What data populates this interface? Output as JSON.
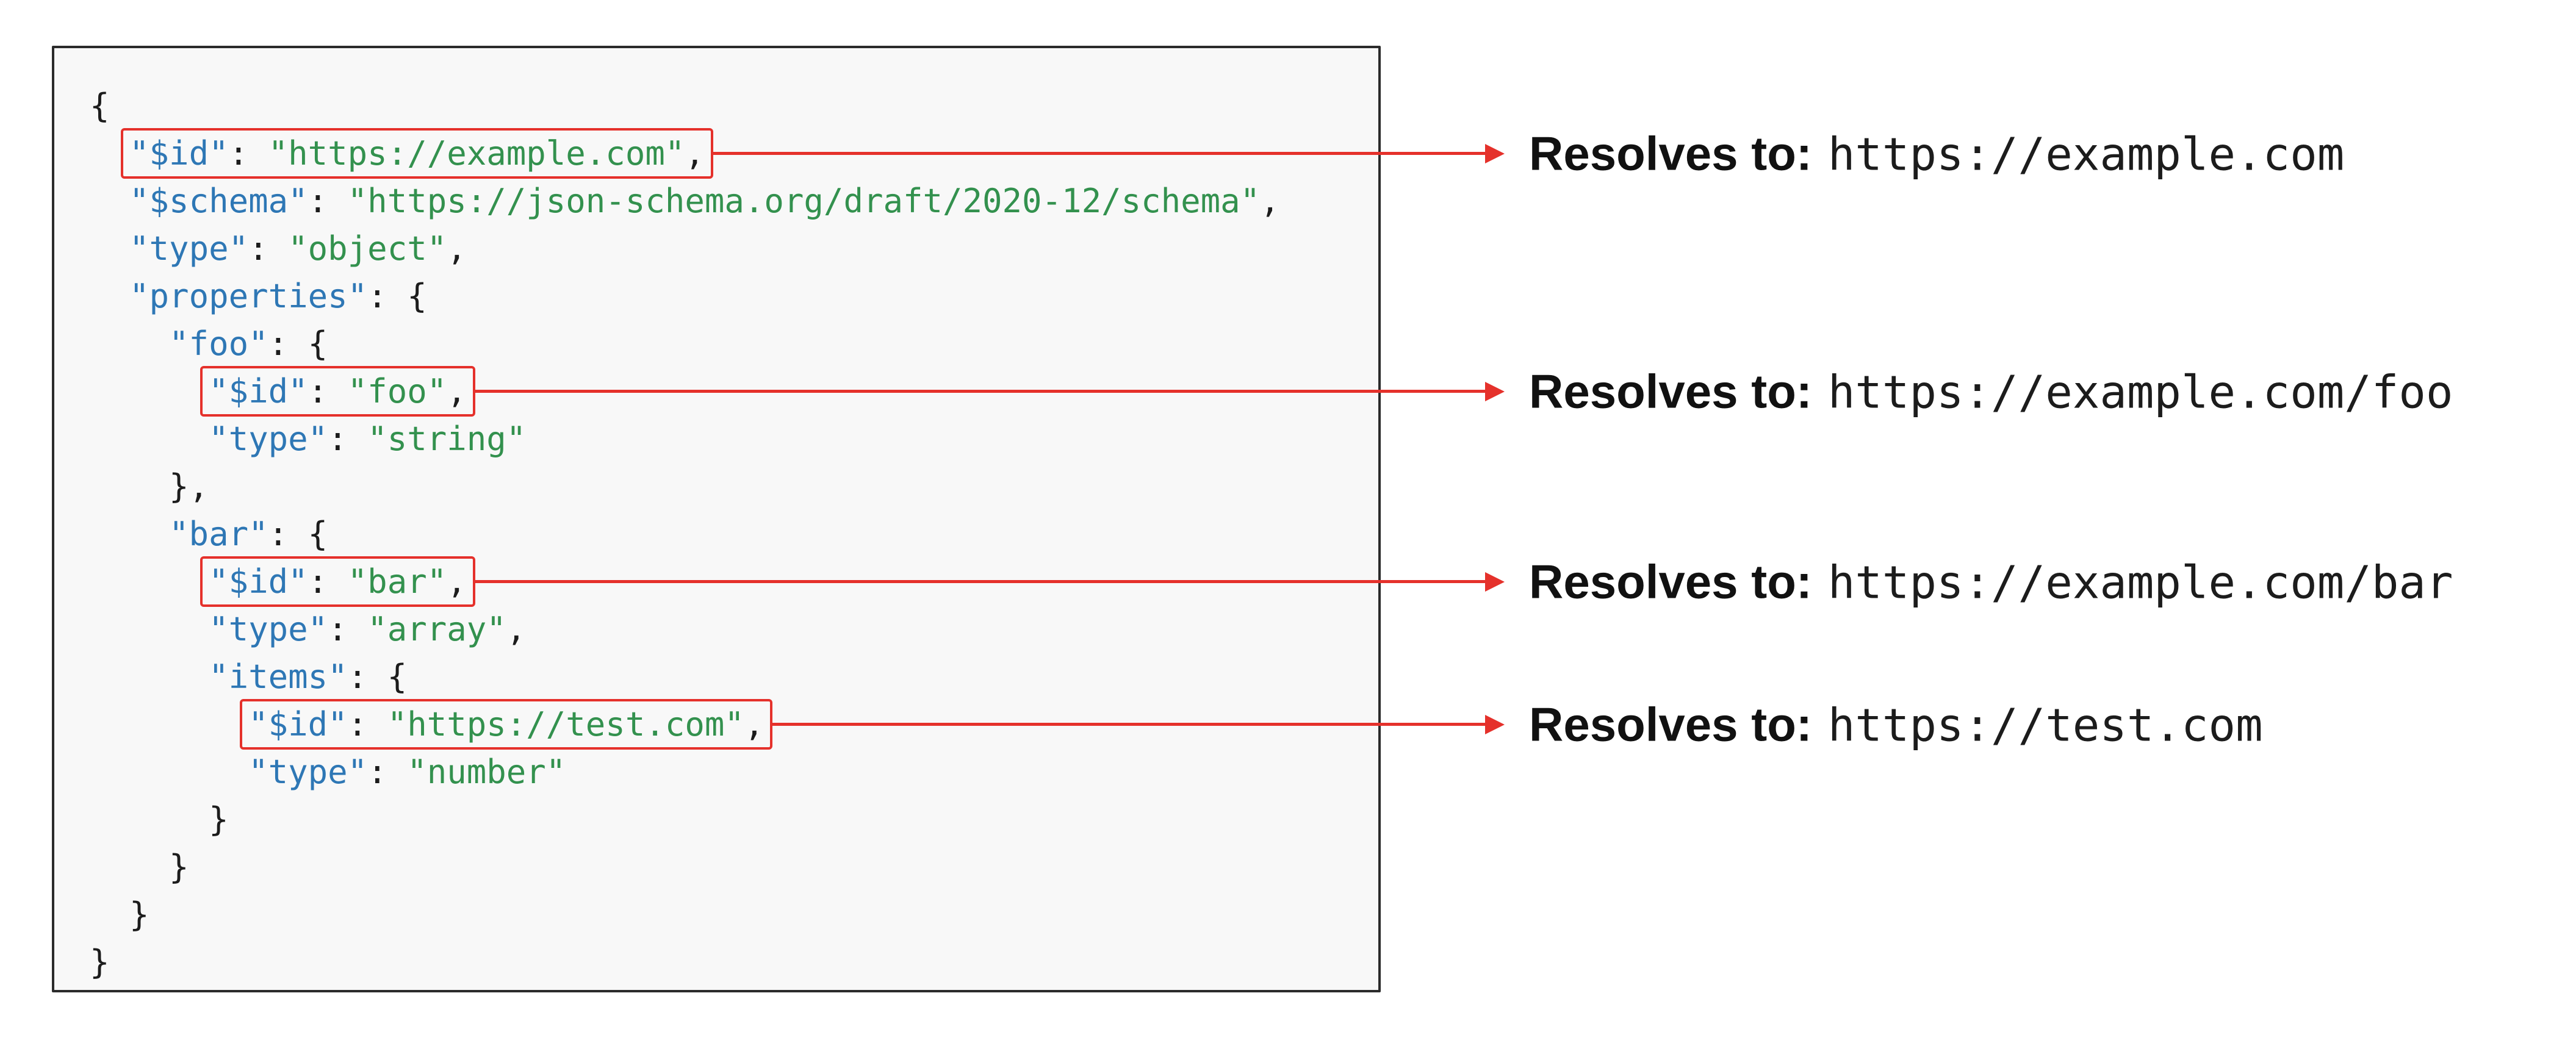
{
  "diagram": {
    "code": {
      "lines": [
        {
          "indent": 0,
          "boxed": false,
          "seg": [
            [
              "p",
              "{"
            ]
          ]
        },
        {
          "indent": 2,
          "boxed": true,
          "seg": [
            [
              "k",
              "\"$id\""
            ],
            [
              "p",
              ": "
            ],
            [
              "s",
              "\"https://example.com\""
            ],
            [
              "p",
              ","
            ]
          ]
        },
        {
          "indent": 2,
          "boxed": false,
          "seg": [
            [
              "k",
              "\"$schema\""
            ],
            [
              "p",
              ": "
            ],
            [
              "s",
              "\"https://json-schema.org/draft/2020-12/schema\""
            ],
            [
              "p",
              ","
            ]
          ]
        },
        {
          "indent": 2,
          "boxed": false,
          "seg": [
            [
              "k",
              "\"type\""
            ],
            [
              "p",
              ": "
            ],
            [
              "s",
              "\"object\""
            ],
            [
              "p",
              ","
            ]
          ]
        },
        {
          "indent": 2,
          "boxed": false,
          "seg": [
            [
              "k",
              "\"properties\""
            ],
            [
              "p",
              ": {"
            ]
          ]
        },
        {
          "indent": 4,
          "boxed": false,
          "seg": [
            [
              "k",
              "\"foo\""
            ],
            [
              "p",
              ": {"
            ]
          ]
        },
        {
          "indent": 6,
          "boxed": true,
          "seg": [
            [
              "k",
              "\"$id\""
            ],
            [
              "p",
              ": "
            ],
            [
              "s",
              "\"foo\""
            ],
            [
              "p",
              ","
            ]
          ]
        },
        {
          "indent": 6,
          "boxed": false,
          "seg": [
            [
              "k",
              "\"type\""
            ],
            [
              "p",
              ": "
            ],
            [
              "s",
              "\"string\""
            ]
          ]
        },
        {
          "indent": 4,
          "boxed": false,
          "seg": [
            [
              "p",
              "},"
            ]
          ]
        },
        {
          "indent": 4,
          "boxed": false,
          "seg": [
            [
              "k",
              "\"bar\""
            ],
            [
              "p",
              ": {"
            ]
          ]
        },
        {
          "indent": 6,
          "boxed": true,
          "seg": [
            [
              "k",
              "\"$id\""
            ],
            [
              "p",
              ": "
            ],
            [
              "s",
              "\"bar\""
            ],
            [
              "p",
              ","
            ]
          ]
        },
        {
          "indent": 6,
          "boxed": false,
          "seg": [
            [
              "k",
              "\"type\""
            ],
            [
              "p",
              ": "
            ],
            [
              "s",
              "\"array\""
            ],
            [
              "p",
              ","
            ]
          ]
        },
        {
          "indent": 6,
          "boxed": false,
          "seg": [
            [
              "k",
              "\"items\""
            ],
            [
              "p",
              ": {"
            ]
          ]
        },
        {
          "indent": 8,
          "boxed": true,
          "seg": [
            [
              "k",
              "\"$id\""
            ],
            [
              "p",
              ": "
            ],
            [
              "s",
              "\"https://test.com\""
            ],
            [
              "p",
              ","
            ]
          ]
        },
        {
          "indent": 8,
          "boxed": false,
          "seg": [
            [
              "k",
              "\"type\""
            ],
            [
              "p",
              ": "
            ],
            [
              "s",
              "\"number\""
            ]
          ]
        },
        {
          "indent": 6,
          "boxed": false,
          "seg": [
            [
              "p",
              "}"
            ]
          ]
        },
        {
          "indent": 4,
          "boxed": false,
          "seg": [
            [
              "p",
              "}"
            ]
          ]
        },
        {
          "indent": 2,
          "boxed": false,
          "seg": [
            [
              "p",
              "}"
            ]
          ]
        },
        {
          "indent": 0,
          "boxed": false,
          "seg": [
            [
              "p",
              "}"
            ]
          ]
        }
      ]
    },
    "annotations": [
      {
        "label": "Resolves to:",
        "url": "https://example.com"
      },
      {
        "label": "Resolves to:",
        "url": "https://example.com/foo"
      },
      {
        "label": "Resolves to:",
        "url": "https://example.com/bar"
      },
      {
        "label": "Resolves to:",
        "url": "https://test.com"
      }
    ],
    "colors": {
      "key": "#2e77b5",
      "string": "#33914e",
      "punctuation": "#1c1c1c",
      "highlight_red": "#e5312b",
      "code_background": "#f8f8f8",
      "code_border": "#2b2b2b"
    }
  }
}
